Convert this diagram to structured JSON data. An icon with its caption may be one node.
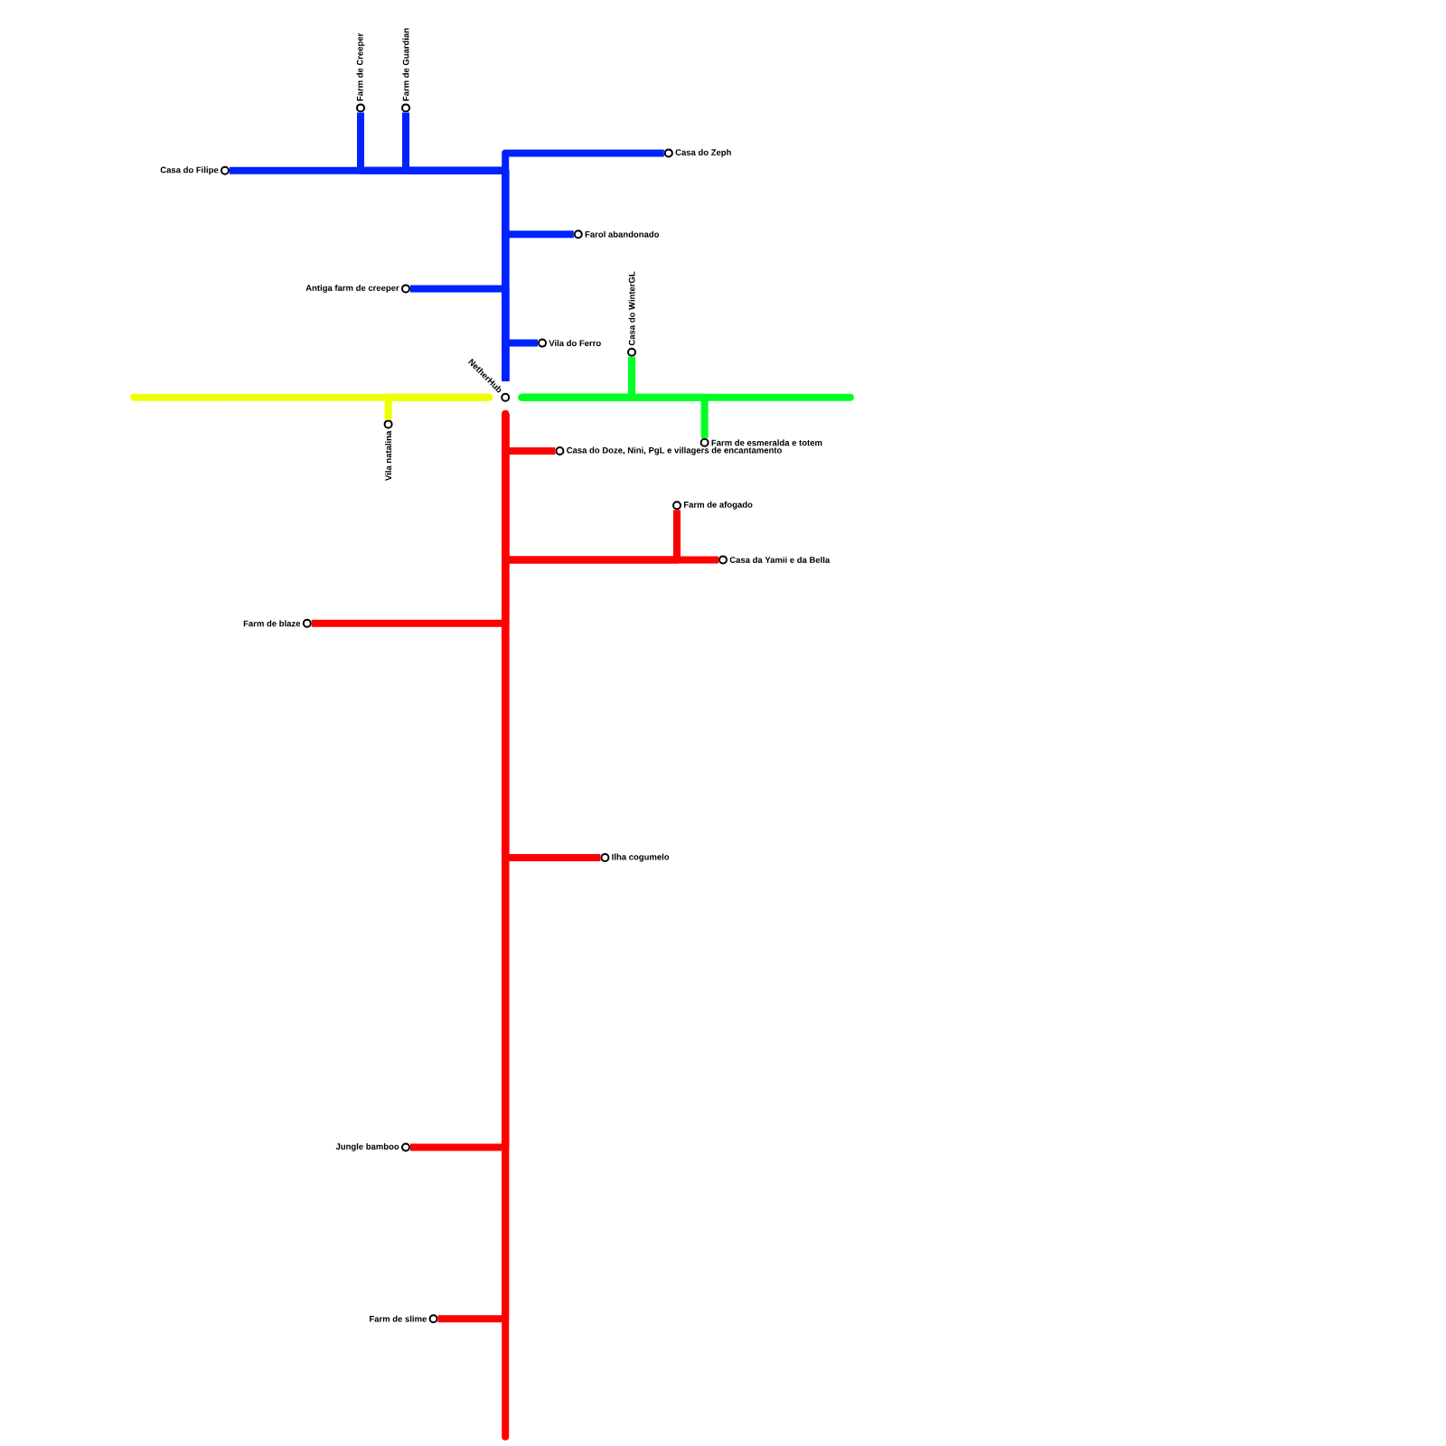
{
  "diagram": {
    "nodes": [
      {
        "text": [
          "Farm de Creeper"
        ]
      },
      {
        "text": [
          "Farm de Guardian"
        ]
      },
      {
        "text": [
          "Casa do Zeph"
        ]
      },
      {
        "text": [
          "Casa do Filipe"
        ]
      },
      {
        "text": [
          "Farol abandonado"
        ]
      },
      {
        "text": [
          "Antiga farm de creeper"
        ]
      },
      {
        "text": [
          "Vila do Ferro"
        ]
      },
      {
        "text": [
          "Casa do WinterGL"
        ]
      },
      {
        "text": [
          "NetherHub"
        ]
      },
      {
        "text": [
          "Vila natalina"
        ]
      },
      {
        "text": [
          "Farm de esmeralda e totem"
        ]
      },
      {
        "text": [
          "Casa do Doze, Nini, PgL e villagers de encantamento"
        ]
      },
      {
        "text": [
          "Farm de afogado"
        ]
      },
      {
        "text": [
          "Casa da Yamii e da Bella"
        ]
      },
      {
        "text": [
          "Farm de blaze"
        ]
      },
      {
        "text": [
          "Ilha cogumelo"
        ]
      },
      {
        "text": [
          "Jungle bamboo"
        ]
      },
      {
        "text": [
          "Farm de slime"
        ]
      }
    ],
    "edges": [
      {
        "from": 8,
        "to": 0,
        "arrow": "none",
        "color": "#0022ff"
      },
      {
        "from": 8,
        "to": 1,
        "arrow": "none",
        "color": "#0022ff"
      },
      {
        "from": 8,
        "to": 2,
        "arrow": "none",
        "color": "#0022ff"
      },
      {
        "from": 8,
        "to": 3,
        "arrow": "none",
        "color": "#0022ff"
      },
      {
        "from": 8,
        "to": 4,
        "arrow": "none",
        "color": "#0022ff"
      },
      {
        "from": 8,
        "to": 5,
        "arrow": "none",
        "color": "#0022ff"
      },
      {
        "from": 8,
        "to": 6,
        "arrow": "none",
        "color": "#0022ff"
      },
      {
        "from": 8,
        "to": 7,
        "arrow": "none",
        "color": "#00ff22"
      },
      {
        "from": 8,
        "to": 10,
        "arrow": "none",
        "color": "#00ff22"
      },
      {
        "from": 8,
        "to": null,
        "arrow": "none",
        "color": "#00ff22"
      },
      {
        "from": 8,
        "to": 9,
        "arrow": "none",
        "color": "#eeff00"
      },
      {
        "from": 8,
        "to": null,
        "arrow": "none",
        "color": "#eeff00"
      },
      {
        "from": 8,
        "to": 11,
        "arrow": "none",
        "color": "#ff0000"
      },
      {
        "from": 8,
        "to": 12,
        "arrow": "none",
        "color": "#ff0000"
      },
      {
        "from": 8,
        "to": 13,
        "arrow": "none",
        "color": "#ff0000"
      },
      {
        "from": 8,
        "to": 14,
        "arrow": "none",
        "color": "#ff0000"
      },
      {
        "from": 8,
        "to": 15,
        "arrow": "none",
        "color": "#ff0000"
      },
      {
        "from": 8,
        "to": 16,
        "arrow": "none",
        "color": "#ff0000"
      },
      {
        "from": 8,
        "to": 17,
        "arrow": "none",
        "color": "#ff0000"
      },
      {
        "from": 8,
        "to": null,
        "arrow": "none",
        "color": "#ff0000"
      }
    ]
  }
}
